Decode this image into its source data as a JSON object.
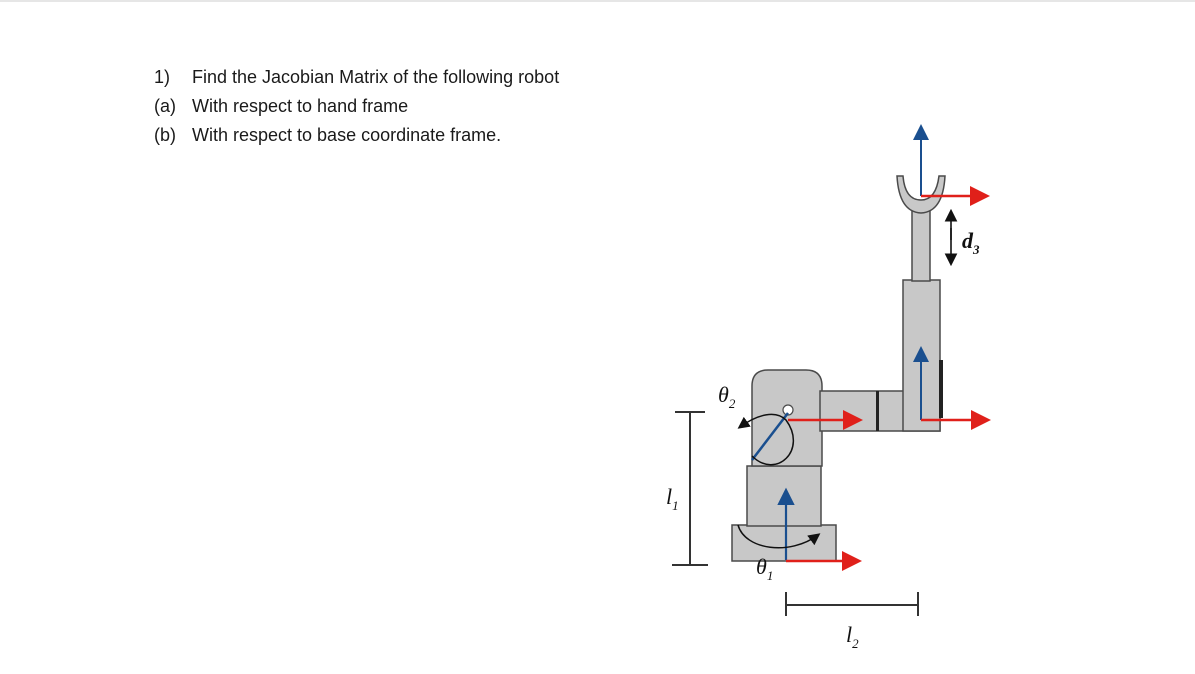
{
  "questions": [
    {
      "number": "1)",
      "text": "Find the Jacobian Matrix of the following robot"
    },
    {
      "number": "(a)",
      "text": "With respect to hand frame"
    },
    {
      "number": "(b)",
      "text": "With respect to base coordinate frame."
    }
  ],
  "figure": {
    "labels": {
      "theta1": "θ",
      "theta1_sub": "1",
      "theta2": "θ",
      "theta2_sub": "2",
      "l1": "l",
      "l1_sub": "1",
      "l2": "l",
      "l2_sub": "2",
      "d3": "d",
      "d3_sub": "3"
    },
    "colors": {
      "link": "#c8c8c8",
      "link_outline": "#4a4a4a",
      "axis_x": "#e0201a",
      "axis_z": "#1a4f8f",
      "rotation_arrow": "#111111"
    }
  }
}
